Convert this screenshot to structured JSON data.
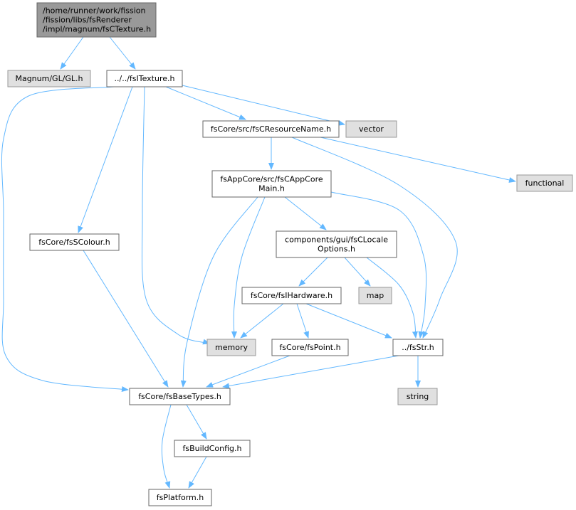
{
  "colors": {
    "edge": "#63b8ff",
    "node_border": "#666666",
    "node_fill": "#ffffff",
    "root_fill": "#999999",
    "root_border": "#666666",
    "external_fill": "#e0e0e0",
    "external_border": "#999999"
  },
  "nodes": [
    {
      "id": "root",
      "lines": [
        "/home/runner/work/fission",
        "/fission/libs/fsRenderer",
        "/impl/magnum/fsCTexture.h"
      ],
      "kind": "root"
    },
    {
      "id": "magnum_gl",
      "lines": [
        "Magnum/GL/GL.h"
      ],
      "kind": "external"
    },
    {
      "id": "fsitexture",
      "lines": [
        "../../fsITexture.h"
      ],
      "kind": "file"
    },
    {
      "id": "resource_name",
      "lines": [
        "fsCore/src/fsCResourceName.h"
      ],
      "kind": "file"
    },
    {
      "id": "vector",
      "lines": [
        "vector"
      ],
      "kind": "external"
    },
    {
      "id": "functional",
      "lines": [
        "functional"
      ],
      "kind": "external"
    },
    {
      "id": "appcore_main",
      "lines": [
        "fsAppCore/src/fsCAppCore",
        "Main.h"
      ],
      "kind": "file"
    },
    {
      "id": "scolour",
      "lines": [
        "fsCore/fsSColour.h"
      ],
      "kind": "file"
    },
    {
      "id": "locale_options",
      "lines": [
        "components/gui/fsCLocale",
        "Options.h"
      ],
      "kind": "file"
    },
    {
      "id": "ihardware",
      "lines": [
        "fsCore/fsIHardware.h"
      ],
      "kind": "file"
    },
    {
      "id": "map",
      "lines": [
        "map"
      ],
      "kind": "external"
    },
    {
      "id": "memory",
      "lines": [
        "memory"
      ],
      "kind": "external"
    },
    {
      "id": "point",
      "lines": [
        "fsCore/fsPoint.h"
      ],
      "kind": "file"
    },
    {
      "id": "fsstr",
      "lines": [
        "../fsStr.h"
      ],
      "kind": "file"
    },
    {
      "id": "string",
      "lines": [
        "string"
      ],
      "kind": "external"
    },
    {
      "id": "basetypes",
      "lines": [
        "fsCore/fsBaseTypes.h"
      ],
      "kind": "file"
    },
    {
      "id": "buildconfig",
      "lines": [
        "fsBuildConfig.h"
      ],
      "kind": "file"
    },
    {
      "id": "platform",
      "lines": [
        "fsPlatform.h"
      ],
      "kind": "file"
    }
  ],
  "edges": [
    {
      "from": "root",
      "to": "magnum_gl"
    },
    {
      "from": "root",
      "to": "fsitexture"
    },
    {
      "from": "fsitexture",
      "to": "basetypes"
    },
    {
      "from": "fsitexture",
      "to": "scolour"
    },
    {
      "from": "fsitexture",
      "to": "memory"
    },
    {
      "from": "fsitexture",
      "to": "resource_name"
    },
    {
      "from": "fsitexture",
      "to": "vector"
    },
    {
      "from": "resource_name",
      "to": "appcore_main"
    },
    {
      "from": "resource_name",
      "to": "functional"
    },
    {
      "from": "resource_name",
      "to": "fsstr"
    },
    {
      "from": "appcore_main",
      "to": "basetypes"
    },
    {
      "from": "appcore_main",
      "to": "memory"
    },
    {
      "from": "appcore_main",
      "to": "locale_options"
    },
    {
      "from": "appcore_main",
      "to": "fsstr"
    },
    {
      "from": "scolour",
      "to": "basetypes"
    },
    {
      "from": "locale_options",
      "to": "ihardware"
    },
    {
      "from": "locale_options",
      "to": "map"
    },
    {
      "from": "locale_options",
      "to": "fsstr"
    },
    {
      "from": "ihardware",
      "to": "memory"
    },
    {
      "from": "ihardware",
      "to": "point"
    },
    {
      "from": "ihardware",
      "to": "fsstr"
    },
    {
      "from": "point",
      "to": "basetypes"
    },
    {
      "from": "fsstr",
      "to": "basetypes"
    },
    {
      "from": "fsstr",
      "to": "string"
    },
    {
      "from": "basetypes",
      "to": "buildconfig"
    },
    {
      "from": "basetypes",
      "to": "platform"
    },
    {
      "from": "buildconfig",
      "to": "platform"
    }
  ]
}
